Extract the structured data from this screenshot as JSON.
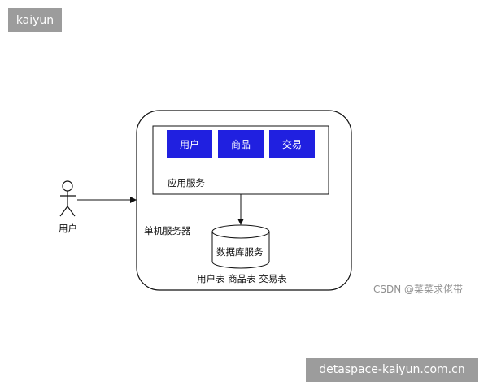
{
  "badges": {
    "top_left": "kaiyun",
    "bottom_right": "detaspace-kaiyun.com.cn"
  },
  "diagram": {
    "actor_label": "用户",
    "server_label": "单机服务器",
    "app_service_label": "应用服务",
    "modules": [
      "用户",
      "商品",
      "交易"
    ],
    "database_label": "数据库服务",
    "tables_label": "用户表 商品表 交易表",
    "module_color": "#2020e0"
  },
  "watermark": "CSDN @菜菜求佬带"
}
